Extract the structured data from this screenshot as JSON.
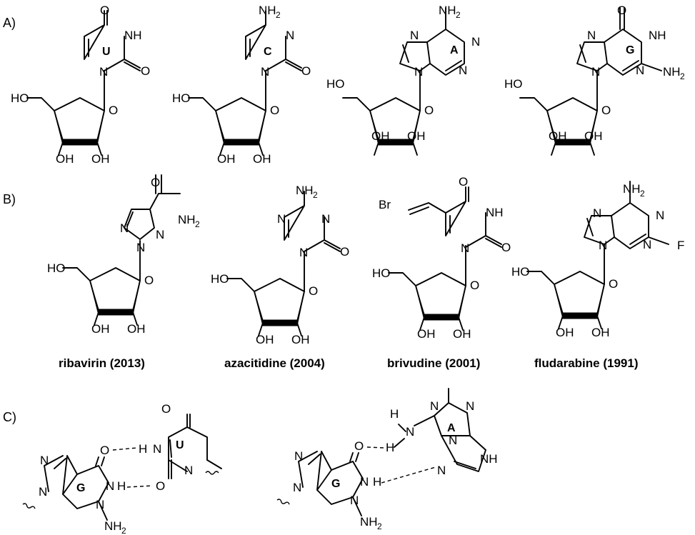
{
  "panels": {
    "a": "A)",
    "b": "B)",
    "c": "C)"
  },
  "atoms": {
    "O": "O",
    "N": "N",
    "NH": "NH",
    "H": "H",
    "HO": "HO",
    "OH": "OH",
    "NH2_main": "NH",
    "NH2_sub": "2",
    "Br": "Br",
    "F": "F"
  },
  "bases": {
    "U": "U",
    "C": "C",
    "A": "A",
    "G": "G"
  },
  "captions": {
    "ribavirin": "ribavirin (2013)",
    "azacitidine": "azacitidine (2004)",
    "brivudine": "brivudine (2001)",
    "fludarabine": "fludarabine (1991)"
  }
}
